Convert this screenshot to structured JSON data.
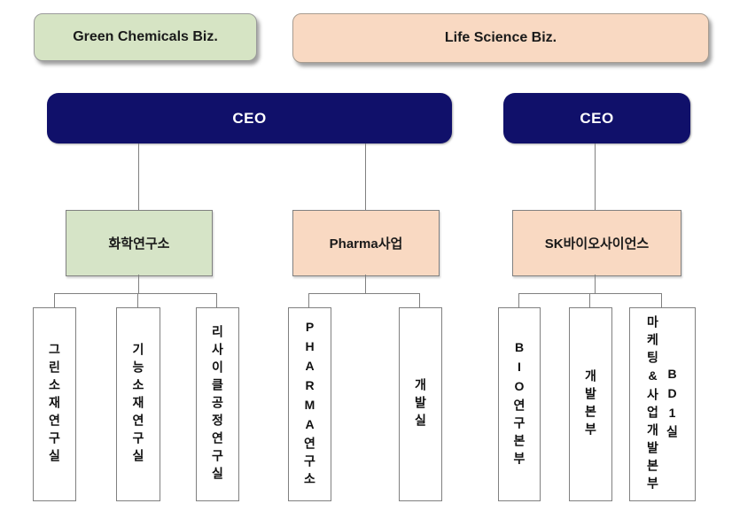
{
  "business_units": [
    {
      "label": "Green Chemicals Biz.",
      "color": "#d6e4c4"
    },
    {
      "label": "Life Science Biz.",
      "color": "#f9d9c2"
    }
  ],
  "ceo_left": {
    "label": "CEO"
  },
  "ceo_right": {
    "label": "CEO"
  },
  "divisions": {
    "chem": {
      "label": "화학연구소",
      "color": "#d6e4c7"
    },
    "pharma": {
      "label": "Pharma사업",
      "color": "#f9d9c2"
    },
    "sk": {
      "label": "SK바이오사이언스",
      "color": "#f9d9c2"
    }
  },
  "teams": {
    "chem": [
      "그린소재연구실",
      "기능소재연구실",
      "리사이클공정연구실"
    ],
    "pharma": [
      "PHARMA연구소",
      "개발실"
    ],
    "sk": [
      "BIO연구본부",
      "개발본부",
      "마케팅&사업개발본부",
      "BD1실"
    ]
  },
  "colors": {
    "navy": "#10106a",
    "green": "#d6e4c6",
    "peach": "#f9d9c2",
    "line": "#808080",
    "leaf_bg": "#ffffff"
  }
}
